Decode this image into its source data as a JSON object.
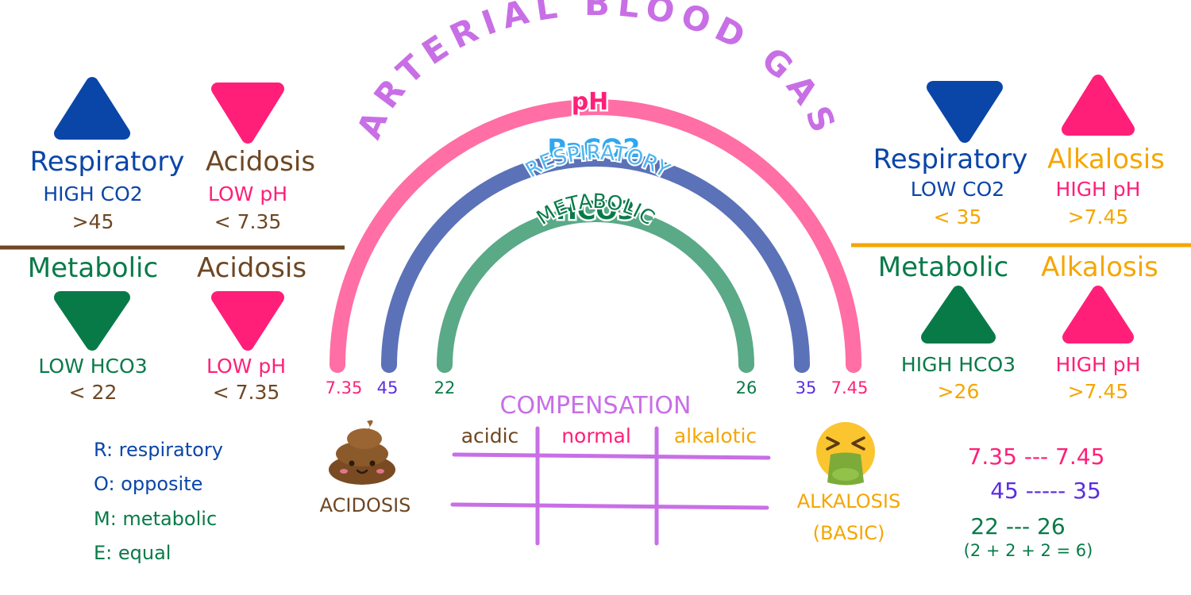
{
  "title": "ARTERIAL BLOOD GAS",
  "arcs": {
    "ph": {
      "label": "pH",
      "left_value": "7.35",
      "right_value": "7.45"
    },
    "paco2": {
      "label": "PaCO2",
      "sublabel": "RESPIRATORY",
      "left_value": "45",
      "right_value": "35"
    },
    "hco3": {
      "label": "HCO3",
      "sublabel": "METABOLIC",
      "left_value": "22",
      "right_value": "26"
    }
  },
  "left": {
    "respiratory": {
      "heading_a": "Respiratory",
      "heading_b": "Acidosis",
      "a_line1": "HIGH CO2",
      "a_line2": ">45",
      "b_line1": "LOW pH",
      "b_line2": "< 7.35"
    },
    "metabolic": {
      "heading_a": "Metabolic",
      "heading_b": "Acidosis",
      "a_line1": "LOW HCO3",
      "a_line2": "< 22",
      "b_line1": "LOW pH",
      "b_line2": "< 7.35"
    }
  },
  "right": {
    "respiratory": {
      "heading_a": "Respiratory",
      "heading_b": "Alkalosis",
      "a_line1": "LOW CO2",
      "a_line2": "< 35",
      "b_line1": "HIGH pH",
      "b_line2": ">7.45"
    },
    "metabolic": {
      "heading_a": "Metabolic",
      "heading_b": "Alkalosis",
      "a_line1": "HIGH HCO3",
      "a_line2": ">26",
      "b_line1": "HIGH pH",
      "b_line2": ">7.45"
    }
  },
  "compensation": {
    "title": "COMPENSATION",
    "columns": [
      "acidic",
      "normal",
      "alkalotic"
    ]
  },
  "acidosis_label": "ACIDOSIS",
  "alkalosis_label_1": "ALKALOSIS",
  "alkalosis_label_2": "(BASIC)",
  "rome": [
    "R: respiratory",
    "O: opposite",
    "M: metabolic",
    "E: equal"
  ],
  "ranges": {
    "ph": "7.35 --- 7.45",
    "co2": "45 ----- 35",
    "hco3": "22 --- 26",
    "note": "(2 + 2 + 2 = 6)"
  },
  "colors": {
    "pink": "#ff1f78",
    "arc_pink": "#ff6ea4",
    "blue": "#0a46a8",
    "arc_blue": "#5b72b8",
    "green": "#087a48",
    "arc_green": "#5aa987",
    "brown": "#6e4723",
    "orange": "#f5a602",
    "purple": "#c86fe6",
    "violet": "#5b2ee0",
    "sky": "#2ea7f0"
  }
}
